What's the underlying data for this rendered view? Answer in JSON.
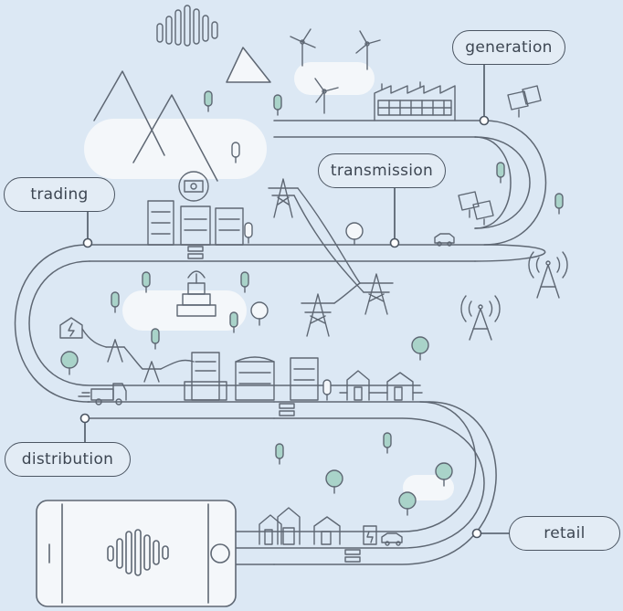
{
  "stages": {
    "generation": "generation",
    "transmission": "transmission",
    "trading": "trading",
    "distribution": "distribution",
    "retail": "retail"
  },
  "palette": {
    "background": "#dce8f4",
    "line": "#5e6773",
    "blob": "#f4f7fa",
    "tree_fill": "#a9d3c9"
  }
}
